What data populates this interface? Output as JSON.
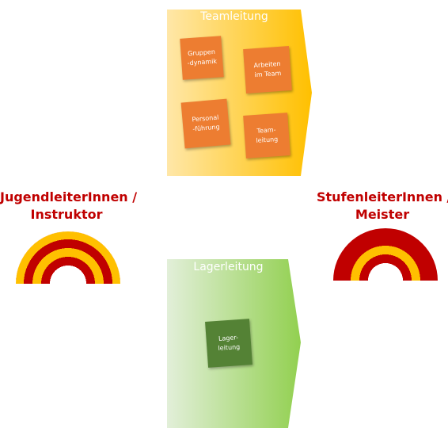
{
  "colors": {
    "team_from": "#ffe7a8",
    "team_to": "#ffc000",
    "camp_from": "#e2efd9",
    "camp_to": "#92d050",
    "note_orange": "#ed7d31",
    "note_green": "#548235",
    "label_red": "#c00000",
    "badge_red": "#c00000",
    "badge_yellow": "#ffc000"
  },
  "team_arrow": {
    "title": "Teamleitung",
    "notes": [
      {
        "line1": "Gruppen",
        "line2": "-dynamik"
      },
      {
        "line1": "Arbeiten",
        "line2": "im Team"
      },
      {
        "line1": "Personal",
        "line2": "-führung"
      },
      {
        "line1": "Team-",
        "line2": "leitung"
      }
    ]
  },
  "camp_arrow": {
    "title": "Lagerleitung",
    "notes": [
      {
        "line1": "Lager-",
        "line2": "leitung"
      }
    ]
  },
  "roles": {
    "left": {
      "line1": "JugendleiterInnen /",
      "line2": "Instruktor"
    },
    "right": {
      "line1": "StufenleiterInnen /",
      "line2": "Meister"
    }
  }
}
